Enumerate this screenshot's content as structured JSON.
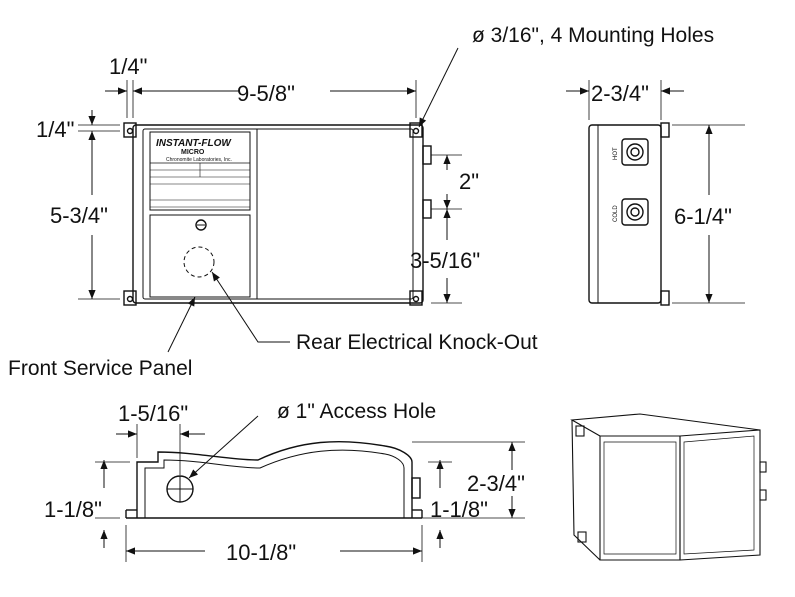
{
  "front_view": {
    "dim_top_offset": "1/4\"",
    "dim_width": "9-5/8\"",
    "dim_left_offset": "1/4\"",
    "dim_height": "5-3/4\"",
    "dim_fitting_spacing": "2\"",
    "dim_fitting_height": "3-5/16\"",
    "mounting_holes": "ø 3/16\", 4 Mounting Holes",
    "knockout": "Rear Electrical Knock-Out",
    "service_panel": "Front Service Panel",
    "nameplate": {
      "brand": "INSTANT-FLOW",
      "model_line": "MICRO",
      "company": "Chronomite Laboratories, Inc."
    }
  },
  "side_view": {
    "dim_depth": "2-3/4\"",
    "dim_height": "6-1/4\"",
    "hot_label": "HOT",
    "cold_label": "COLD"
  },
  "bottom_view": {
    "dim_hole_offset": "1-5/16\"",
    "access_hole": "ø 1\" Access Hole",
    "dim_height": "2-3/4\"",
    "dim_left_flange": "1-1/8\"",
    "dim_right_flange": "1-1/8\"",
    "dim_length": "10-1/8\""
  },
  "colors": {
    "line": "#111111",
    "background": "#ffffff"
  }
}
